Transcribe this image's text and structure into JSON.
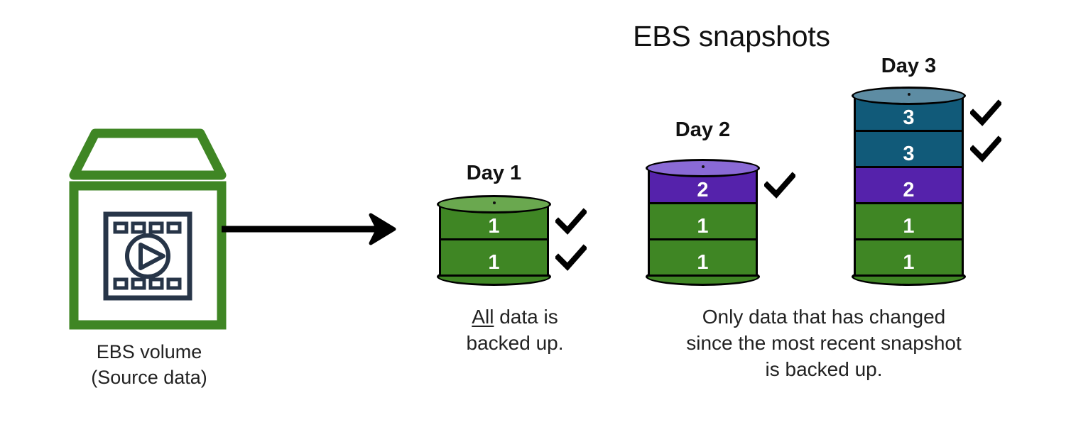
{
  "title": "EBS snapshots",
  "colors": {
    "green_body": "#3f8624",
    "green_top": "#6aa84f",
    "purple_body": "#5522ab",
    "purple_top": "#8a6ad6",
    "teal_body": "#115a79",
    "teal_top": "#5d8ca3",
    "outline": "#000000",
    "aws_green": "#3f8624",
    "icon_navy": "#273548",
    "text": "#222222"
  },
  "source": {
    "icon_name": "ebs-volume-media-icon",
    "caption_line1": "EBS volume",
    "caption_line2": "(Source data)"
  },
  "arrow": {
    "name": "flow-arrow-right",
    "direction": "right"
  },
  "stacks": [
    {
      "id": "day1",
      "label": "Day 1",
      "segments": [
        {
          "value": "1",
          "color_key": "green_body",
          "top_color_key": "green_top",
          "checked": true
        },
        {
          "value": "1",
          "color_key": "green_body",
          "top_color_key": "green_top",
          "checked": true
        }
      ],
      "caption_lines": [
        "All data is",
        "backed up."
      ],
      "caption_underline_word": "All"
    },
    {
      "id": "day2",
      "label": "Day 2",
      "segments": [
        {
          "value": "2",
          "color_key": "purple_body",
          "top_color_key": "purple_top",
          "checked": true
        },
        {
          "value": "1",
          "color_key": "green_body",
          "top_color_key": "green_top",
          "checked": false
        },
        {
          "value": "1",
          "color_key": "green_body",
          "top_color_key": "green_top",
          "checked": false
        }
      ]
    },
    {
      "id": "day3",
      "label": "Day 3",
      "segments": [
        {
          "value": "3",
          "color_key": "teal_body",
          "top_color_key": "teal_top",
          "checked": true
        },
        {
          "value": "3",
          "color_key": "teal_body",
          "top_color_key": "teal_top",
          "checked": true
        },
        {
          "value": "2",
          "color_key": "purple_body",
          "top_color_key": "purple_top",
          "checked": false
        },
        {
          "value": "1",
          "color_key": "green_body",
          "top_color_key": "green_top",
          "checked": false
        },
        {
          "value": "1",
          "color_key": "green_body",
          "top_color_key": "green_top",
          "checked": false
        }
      ]
    }
  ],
  "captions": {
    "left": {
      "line1_prefix": "All",
      "line1_rest": " data is",
      "line2": "backed up."
    },
    "right": {
      "line1": "Only data that has changed",
      "line2": "since the most recent snapshot",
      "line3": "is backed up."
    }
  }
}
